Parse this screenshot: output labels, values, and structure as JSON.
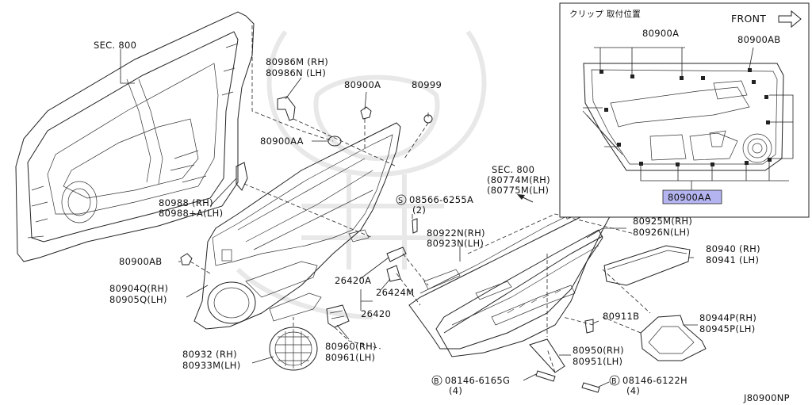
{
  "labels": {
    "sec800_top": "SEC. 800",
    "p80986": "80986M (RH)",
    "p80986n": "80986N (LH)",
    "p80900a_main": "80900A",
    "p80999": "80999",
    "p80900aa_main": "80900AA",
    "p80988": "80988  (RH)",
    "p80988a": "80988+A(LH)",
    "p80900ab_main": "80900AB",
    "p80904q": "80904Q(RH)",
    "p80905q": "80905Q(LH)",
    "p80932": "80932  (RH)",
    "p80933m": "80933M(LH)",
    "p80960": "80960(RH)",
    "p80961": "80961(LH)",
    "p26420a": "26420A",
    "p26424m": "26424M",
    "p26420": "26420",
    "screw_code": "08566-6255A",
    "screw_qty": "(2)",
    "sec800_mid": "SEC. 800",
    "p80774m": "(80774M(RH)",
    "p80775m": "(80775M(LH)",
    "p80922n": "80922N(RH)",
    "p80923n": "80923N(LH)",
    "p80925m": "80925M(RH)",
    "p80926n": "80926N(LH)",
    "p80940": "80940 (RH)",
    "p80941": "80941 (LH)",
    "p80911b": "80911B",
    "p80944p": "80944P(RH)",
    "p80945p": "80945P(LH)",
    "p80950": "80950(RH)",
    "p80951": "80951(LH)",
    "bolt1_code": "08146-6165G",
    "bolt1_qty": "(4)",
    "bolt2_code": "08146-6122H",
    "bolt2_qty": "(4)",
    "diagram_id": "J80900NP",
    "circle_s": "S",
    "circle_b": "B"
  },
  "inset": {
    "title": "クリップ 取付位置",
    "front_label": "FRONT",
    "clip_80900a": "80900A",
    "clip_80900ab": "80900AB",
    "clip_80900aa": "80900AA",
    "highlight_color": "#b4b4f0"
  }
}
